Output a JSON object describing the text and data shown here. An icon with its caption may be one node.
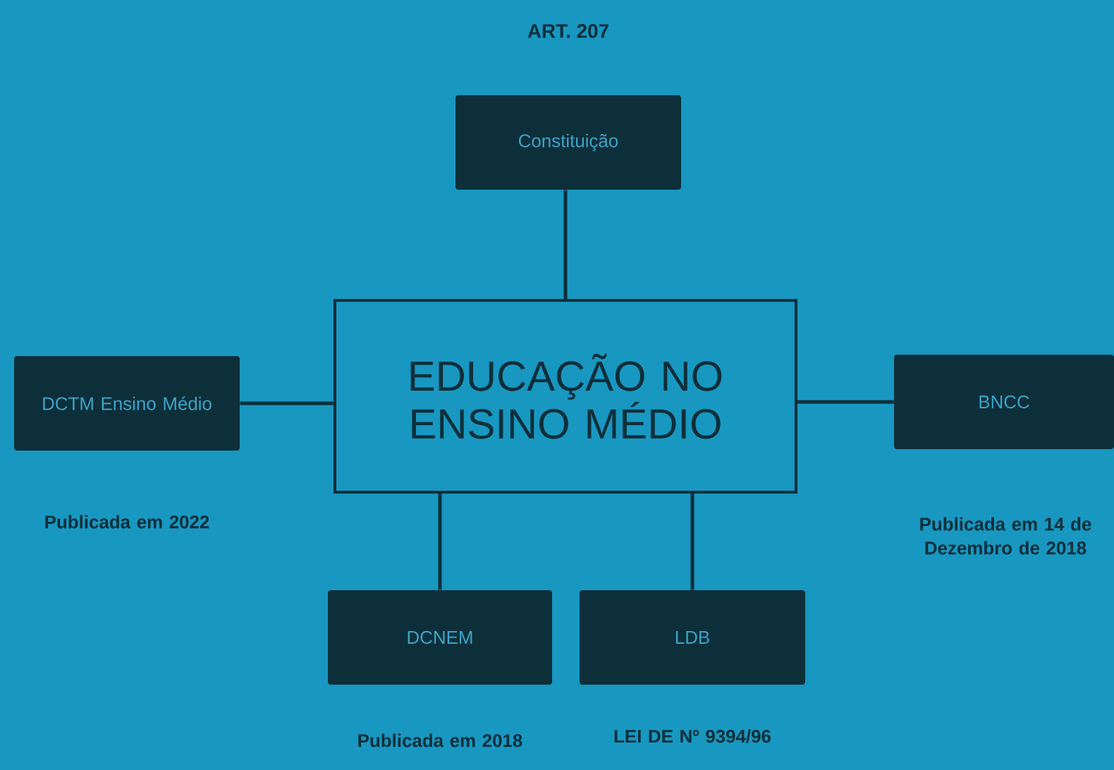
{
  "diagram": {
    "title": "ART. 207",
    "nodes": [
      {
        "text": [
          "Constituição"
        ]
      },
      {
        "text": [
          "EDUCAÇÃO NO ENSINO MÉDIO"
        ]
      },
      {
        "text": [
          "DCTM Ensino Médio"
        ],
        "beside": [
          "Publicada em 2022"
        ]
      },
      {
        "text": [
          "BNCC"
        ],
        "beside": [
          "Publicada em 14 de Dezembro de 2018"
        ]
      },
      {
        "text": [
          "DCNEM"
        ],
        "beside": [
          "Publicada em 2018"
        ]
      },
      {
        "text": [
          "LDB"
        ],
        "beside": [
          "LEI DE Nº 9394/96"
        ]
      }
    ],
    "edges": [
      {
        "from": 0,
        "to": 1,
        "arrow": "none"
      },
      {
        "from": 1,
        "to": 2,
        "arrow": "none"
      },
      {
        "from": 1,
        "to": 3,
        "arrow": "none"
      },
      {
        "from": 1,
        "to": 4,
        "arrow": "none"
      },
      {
        "from": 1,
        "to": 5,
        "arrow": "none"
      }
    ]
  }
}
